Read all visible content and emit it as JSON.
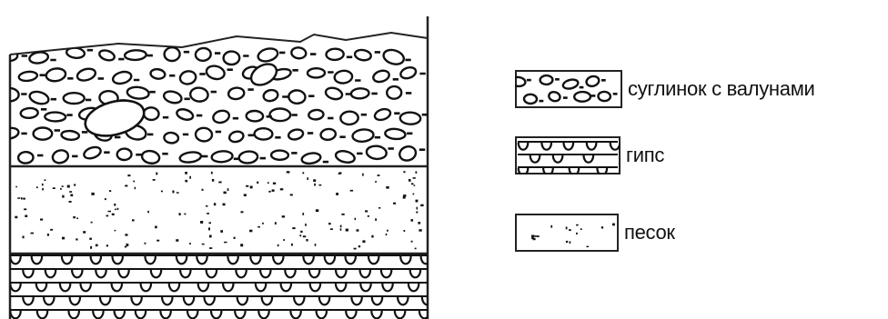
{
  "diagram": {
    "layers_top_to_bottom": [
      "loam-with-boulders",
      "sand",
      "gypsum"
    ]
  },
  "legend": {
    "items": [
      {
        "key": "loam-with-boulders",
        "label": "суглинок с валунами"
      },
      {
        "key": "gypsum",
        "label": "гипс"
      },
      {
        "key": "sand",
        "label": "песок"
      }
    ]
  }
}
